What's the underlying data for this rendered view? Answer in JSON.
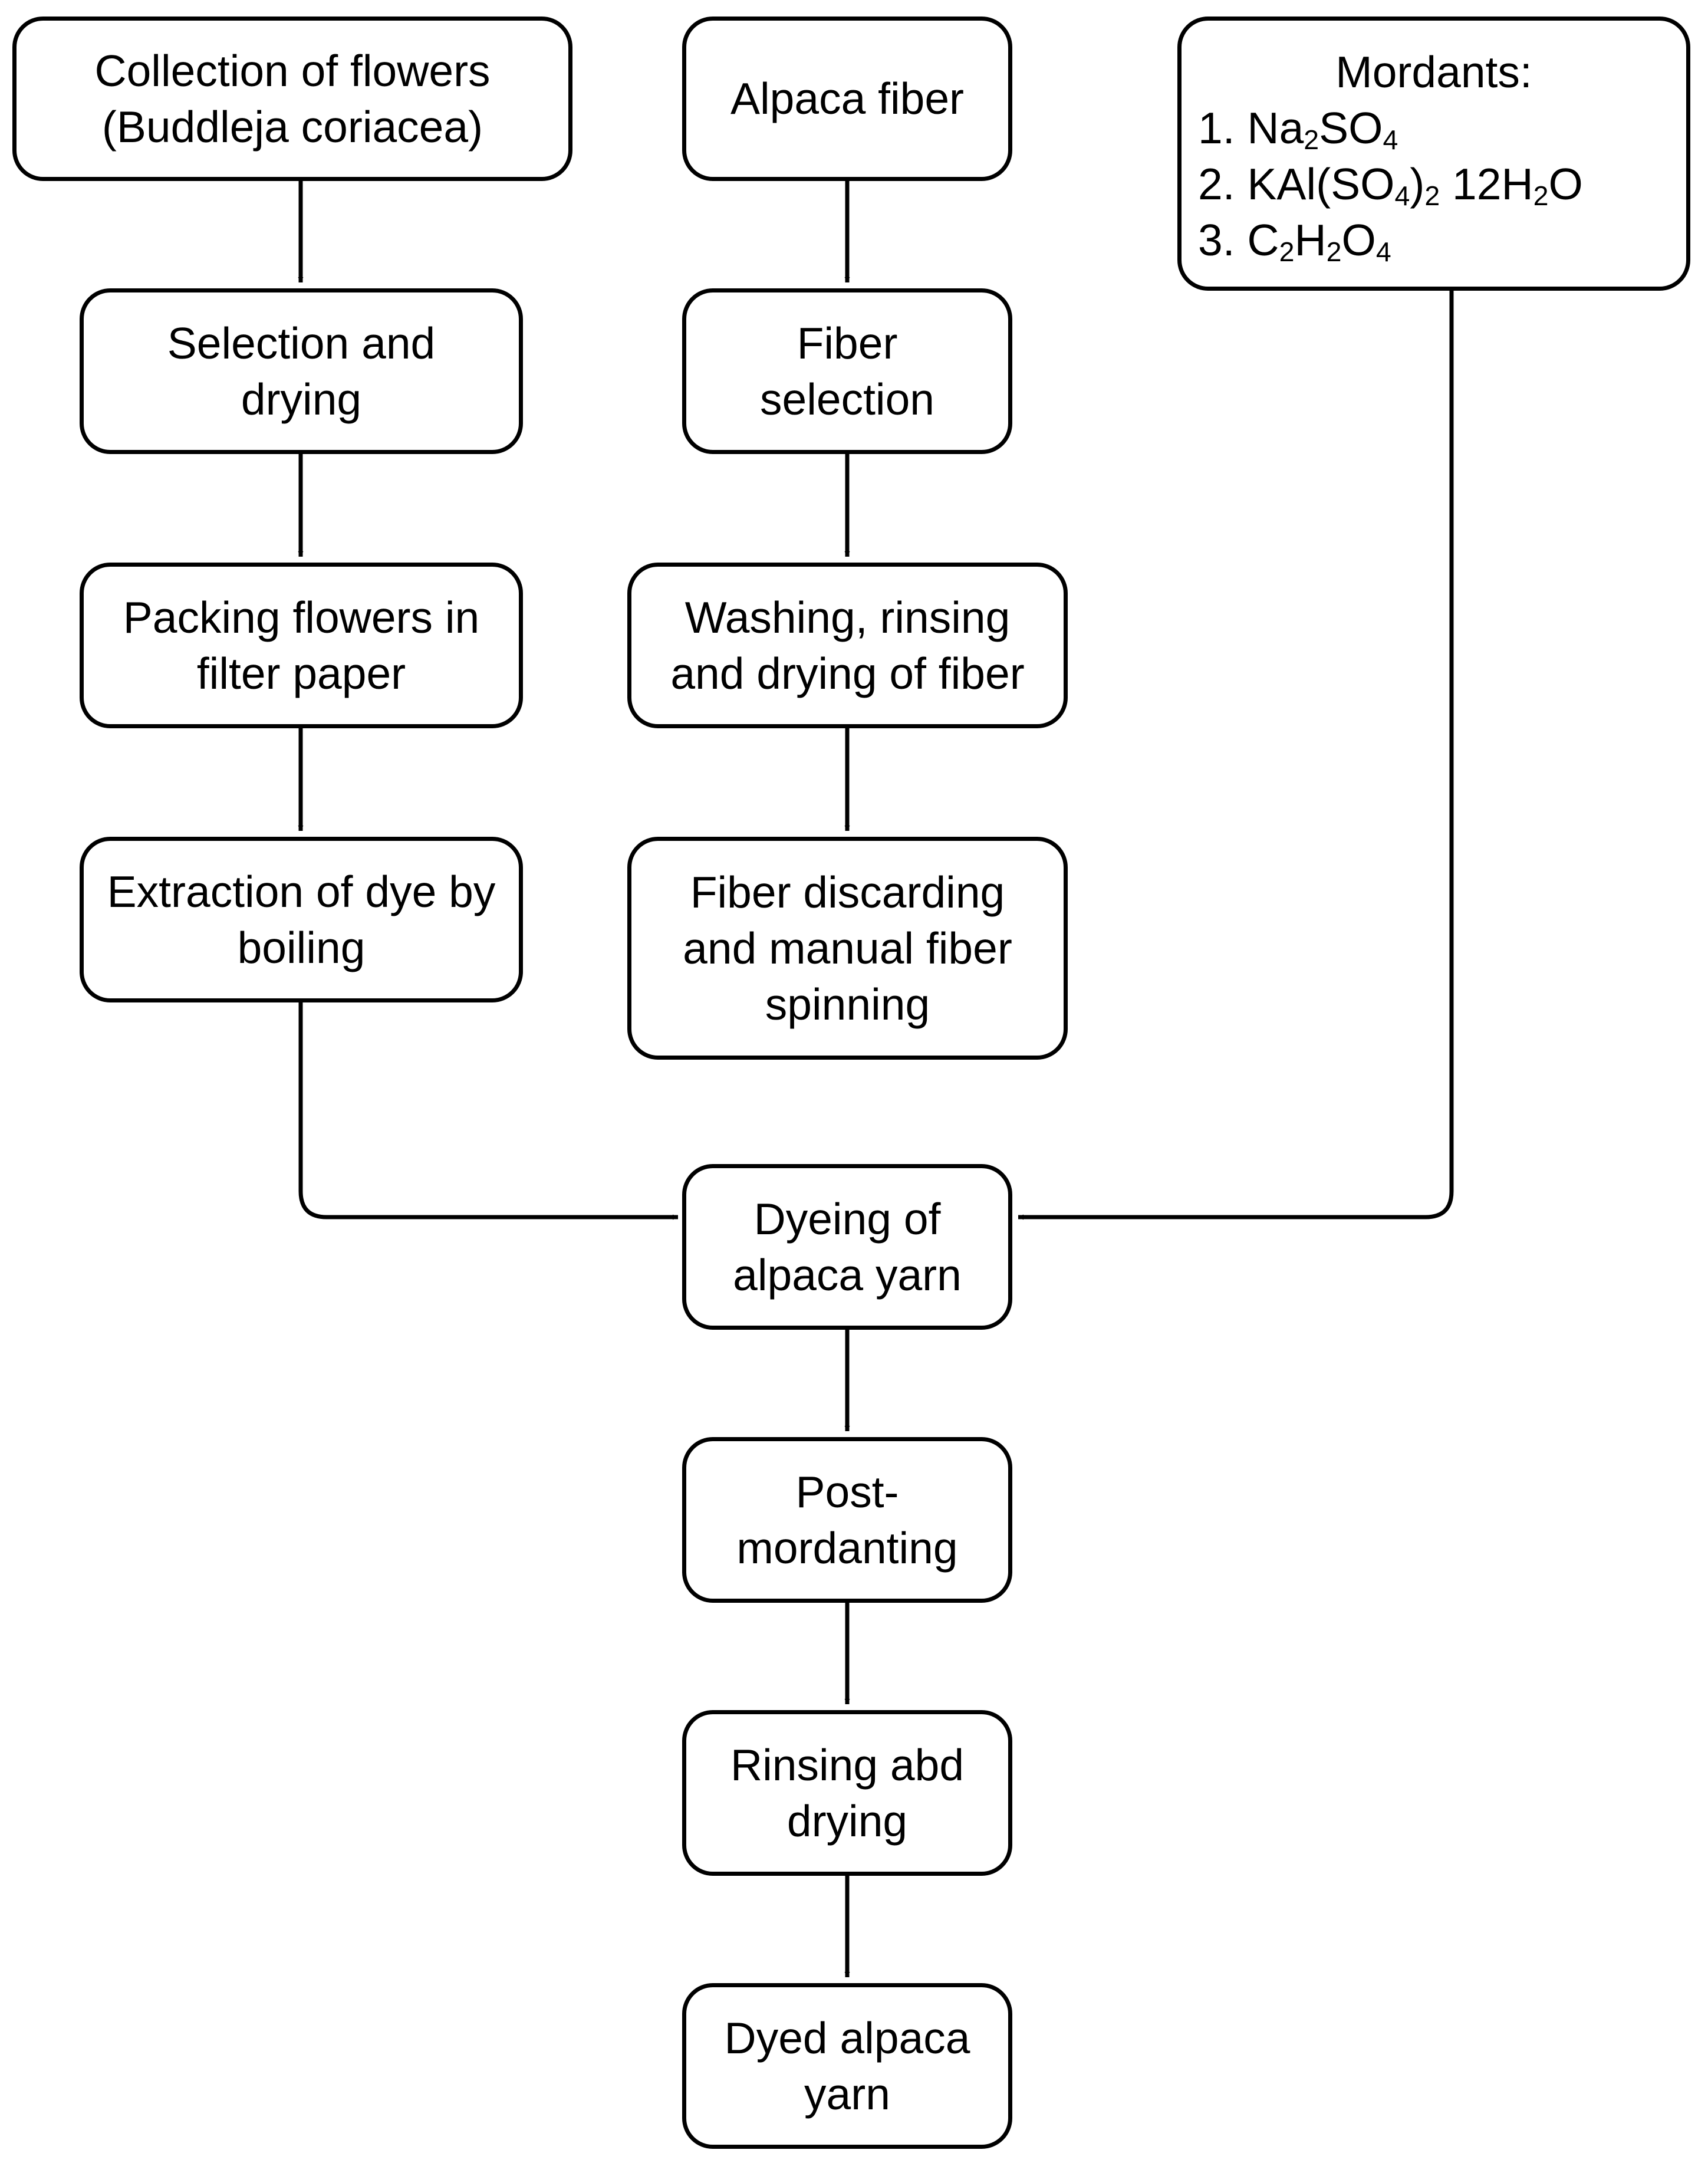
{
  "diagram": {
    "nodes": {
      "collection": [
        "Collection of flowers",
        "(Buddleja coriacea)"
      ],
      "selection_drying": [
        "Selection and",
        "drying"
      ],
      "packing": [
        "Packing flowers in",
        "filter paper"
      ],
      "extraction": [
        "Extraction of dye by",
        "boiling"
      ],
      "alpaca_fiber": [
        "Alpaca fiber"
      ],
      "fiber_selection": [
        "Fiber",
        "selection"
      ],
      "washing": [
        "Washing, rinsing",
        "and drying of fiber"
      ],
      "discarding": [
        "Fiber discarding",
        "and manual fiber",
        "spinning"
      ],
      "dyeing": [
        "Dyeing of",
        "alpaca yarn"
      ],
      "post_mordanting": [
        "Post-",
        "mordanting"
      ],
      "rinsing": [
        "Rinsing abd",
        "drying"
      ],
      "dyed_yarn": [
        "Dyed alpaca",
        "yarn"
      ]
    },
    "mordants": {
      "title": "Mordants:",
      "item1": {
        "num": "1.",
        "a": "Na",
        "s1": "2",
        "b": "SO",
        "s2": "4"
      },
      "item2": {
        "num": "2.",
        "a": "KAl(SO",
        "s1": "4",
        "b": ")",
        "s2": "2",
        "c": " 12H",
        "s3": "2",
        "d": "O"
      },
      "item3": {
        "num": "3.",
        "a": "C",
        "s1": "2",
        "b": "H",
        "s2": "2",
        "c": "O",
        "s3": "4"
      }
    }
  }
}
